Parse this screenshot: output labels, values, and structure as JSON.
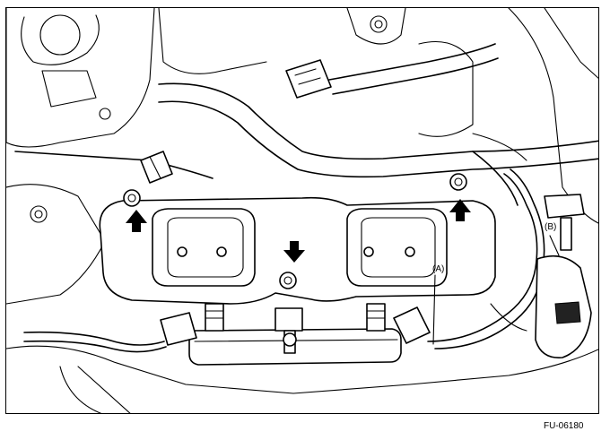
{
  "figure": {
    "code": "FU-06180",
    "callouts": {
      "a": "(A)",
      "b": "(B)"
    }
  },
  "icons": [
    "bolt-position-arrow",
    "fuel-injector",
    "harness-connector"
  ]
}
